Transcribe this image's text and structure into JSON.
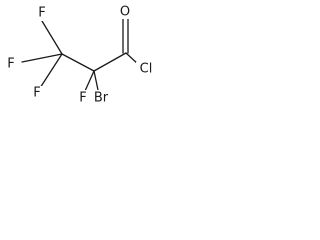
{
  "molecule": {
    "atoms": {
      "f_left": "F",
      "f_top": "F",
      "f_bottom": "F",
      "f_alpha": "F",
      "bromine": "Br",
      "oxygen": "O",
      "chlorine": "Cl"
    },
    "colors": {
      "bond": "#1a1a1a",
      "label": "#1a1a1a",
      "background": "#ffffff"
    }
  }
}
